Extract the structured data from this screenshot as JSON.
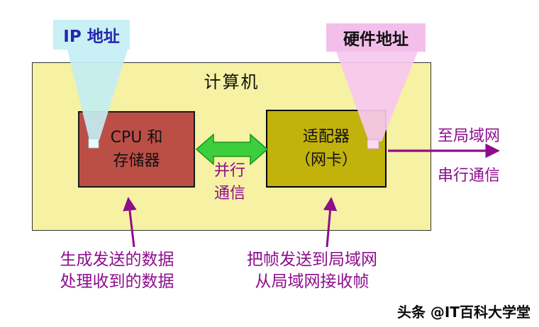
{
  "labels": {
    "computer": "计算机",
    "cpu_line1": "CPU 和",
    "cpu_line2": "存储器",
    "adapter_line1": "适配器",
    "adapter_line2": "（网卡）",
    "parallel_line1": "并行",
    "parallel_line2": "通信",
    "to_lan": "至局域网",
    "serial": "串行通信",
    "ip_address": "IP 地址",
    "hw_address": "硬件地址",
    "cpu_note_line1": "生成发送的数据",
    "cpu_note_line2": "处理收到的数据",
    "adapter_note_line1": "把帧发送到局域网",
    "adapter_note_line2": "从局域网接收帧",
    "watermark": "头条 @IT百科大学堂"
  },
  "colors": {
    "computer_box": "#F6F1A3",
    "cpu_box": "#BB4F46",
    "adapter_box": "#C2B20C",
    "green_arrow_fill": "#3CCE3C",
    "green_arrow_edge": "#169616",
    "purple": "#8E0D8E",
    "ip_tag_bg": "#C9F0F4",
    "ip_tag_text": "#2626B0",
    "hw_tag_bg": "#F3BFEA",
    "funnel_cyan": "#C3EEF2",
    "funnel_cyan_tip": "#E9FBFC",
    "funnel_pink": "#F6C8F0",
    "funnel_pink_tip": "#FAD9F5"
  }
}
